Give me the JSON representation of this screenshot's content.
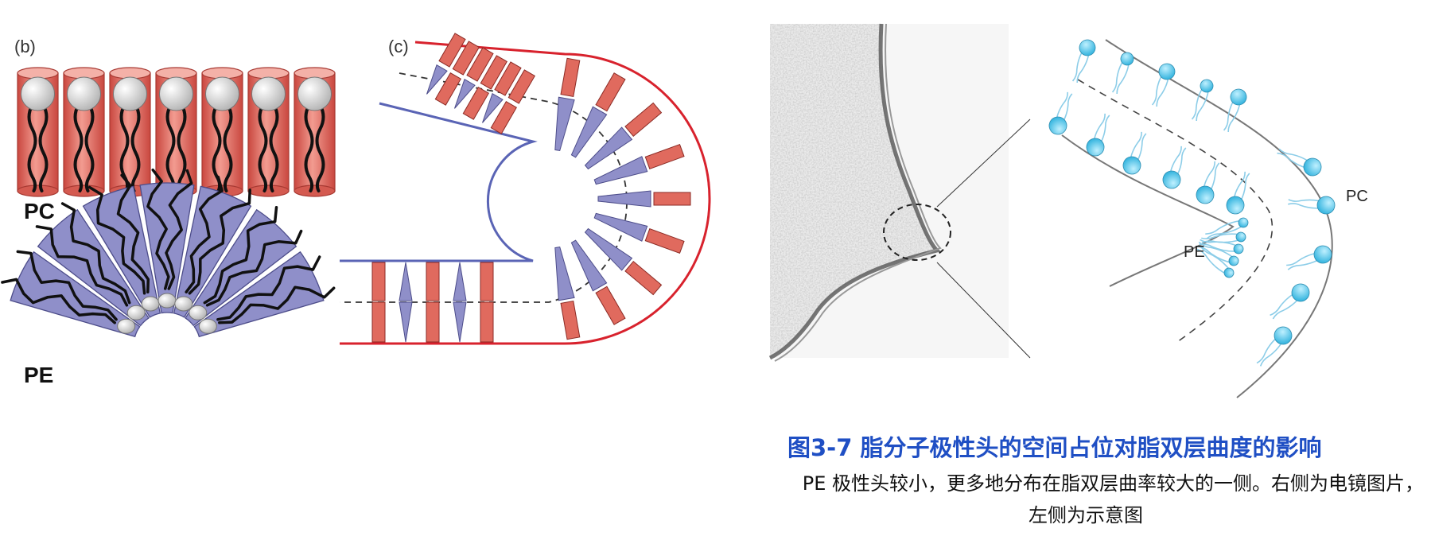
{
  "panels": {
    "b": {
      "label": "(b)",
      "pc_label": "PC",
      "pe_label": "PE"
    },
    "c": {
      "label": "(c)"
    },
    "em": {
      "pc_label": "PC",
      "pe_label": "PE"
    }
  },
  "caption": {
    "title": "图3-7 脂分子极性头的空间占位对脂双层曲度的影响",
    "line1": "PE 极性头较小，更多地分布在脂双层曲率较大的一侧。右侧为电镜图片，",
    "line2": "左侧为示意图"
  },
  "colors": {
    "pc_red": "#e06a5e",
    "pe_blue": "#8f8fc9",
    "leaflet_red": "#d8222d",
    "leaflet_blue": "#5a64b5",
    "lipid_cyan": "#3bb7e0",
    "caption_blue": "#1f4fc4"
  }
}
